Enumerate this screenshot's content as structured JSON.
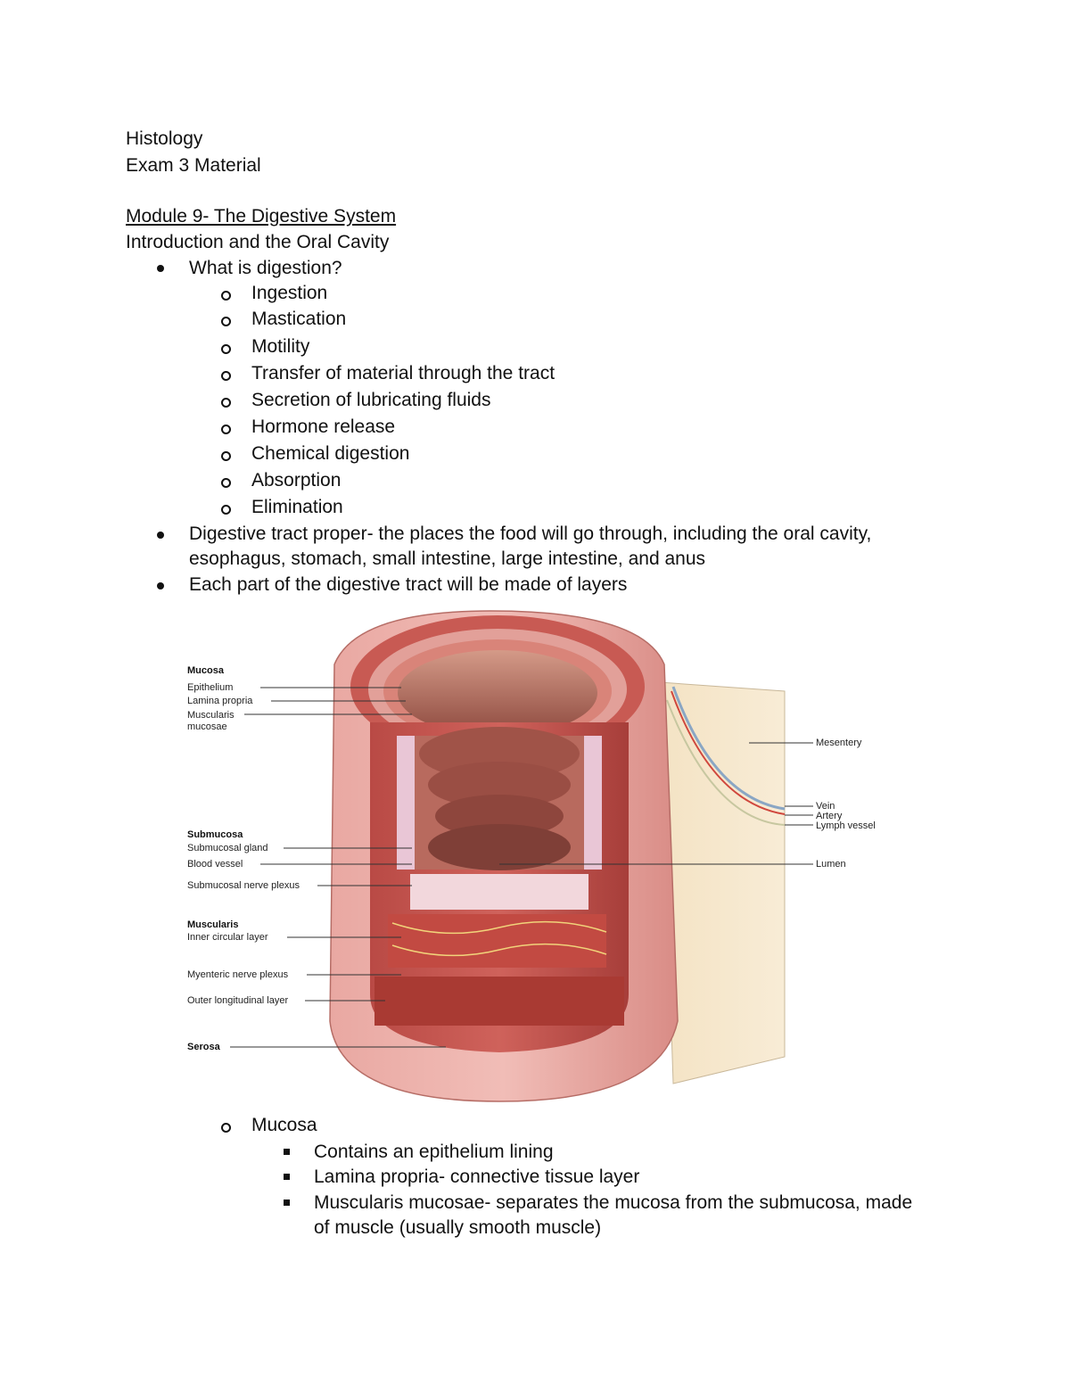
{
  "header": {
    "line1": "Histology",
    "line2": "Exam 3 Material"
  },
  "module_title": "Module 9- The Digestive System",
  "section_title": "Introduction and the Oral Cavity",
  "bullets": {
    "what_is_digestion": "What is digestion?",
    "digestion_steps": [
      "Ingestion",
      "Mastication",
      "Motility",
      "Transfer of material through the tract",
      "Secretion of lubricating fluids",
      "Hormone release",
      "Chemical digestion",
      "Absorption",
      "Elimination"
    ],
    "tract_proper_line1": "Digestive tract proper- the places the food will go through, including the oral cavity,",
    "tract_proper_line2": "esophagus, stomach, small intestine, large intestine, and anus",
    "layers": "Each part of the digestive tract will be made of layers"
  },
  "figure": {
    "mucosa_head": "Mucosa",
    "epithelium": "Epithelium",
    "lamina_propria": "Lamina propria",
    "muscularis_mucosae_1": "Muscularis",
    "muscularis_mucosae_2": "mucosae",
    "submucosa_head": "Submucosa",
    "submucosal_gland": "Submucosal gland",
    "blood_vessel": "Blood vessel",
    "submucosal_nerve_plexus": "Submucosal nerve plexus",
    "muscularis_head": "Muscularis",
    "inner_circular_layer": "Inner circular layer",
    "myenteric_nerve_plexus": "Myenteric nerve plexus",
    "outer_longitudinal_layer": "Outer longitudinal layer",
    "serosa": "Serosa",
    "mesentery": "Mesentery",
    "vein": "Vein",
    "artery": "Artery",
    "lymph_vessel": "Lymph vessel",
    "lumen": "Lumen"
  },
  "mucosa_section": {
    "title": "Mucosa",
    "items": [
      "Contains an epithelium lining",
      "Lamina propria- connective tissue layer",
      "Muscularis mucosae- separates the mucosa from the submucosa, made",
      "of muscle (usually smooth muscle)"
    ]
  }
}
